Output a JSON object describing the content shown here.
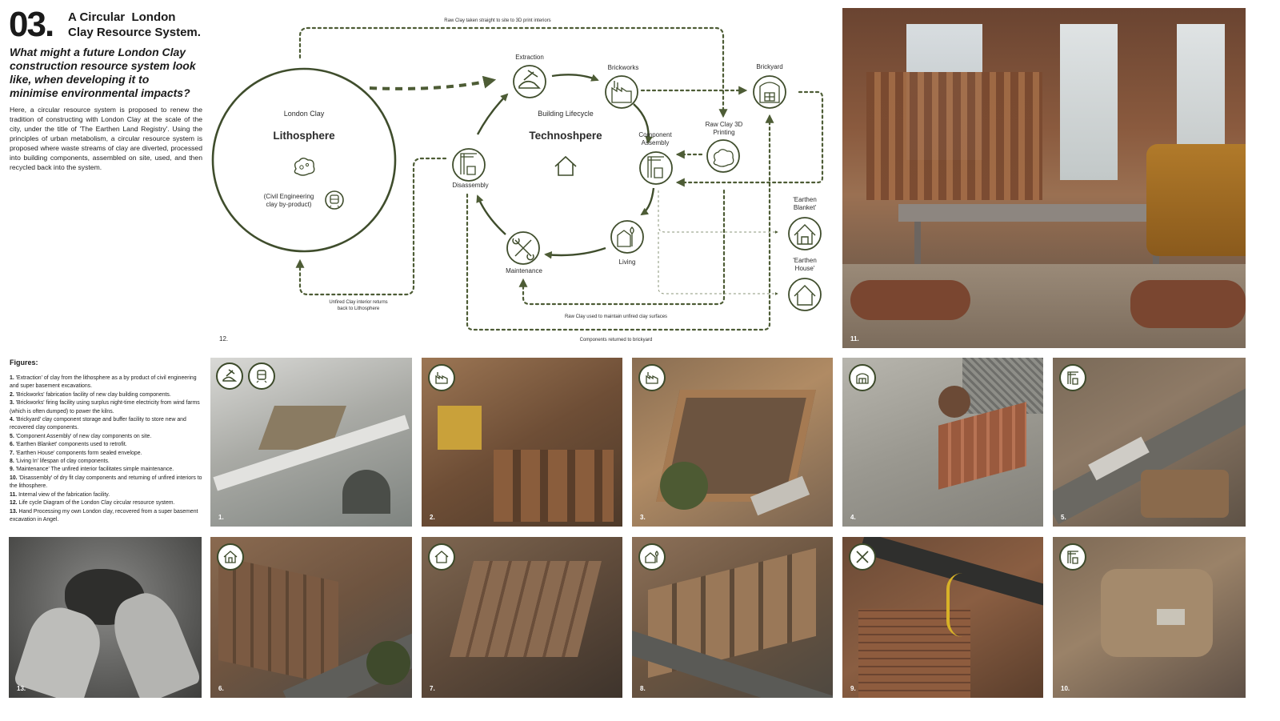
{
  "header": {
    "number": "03.",
    "title_line1": "A Circular  London",
    "title_line2": "Clay Resource System.",
    "question": "What might a future London Clay construction resource system look like, when developing it to minimise environmental impacts?",
    "intro": "Here, a circular resource system is proposed to renew the tradition of constructing with London Clay at the scale of the city, under the title of 'The Earthen Land Registry'. Using the principles of urban metabolism, a circular resource system is proposed where waste streams of clay are diverted, processed into building components, assembled on site, used, and then recycled back into the system."
  },
  "figures": {
    "heading": "Figures:",
    "items": [
      {
        "n": "1.",
        "text": "'Extraction' of clay from the lithosphere as a by product of civil engineering and super basement excavations."
      },
      {
        "n": "2.",
        "text": "'Brickworks' fabrication facility of new clay building components."
      },
      {
        "n": "3.",
        "text": "'Brickworks' firing facility using surplus night-time electricity from wind farms (which is often dumped)  to power the kilns."
      },
      {
        "n": "4.",
        "text": "'Brickyard' clay component storage and buffer facility to store new and recovered clay components."
      },
      {
        "n": "5.",
        "text": "'Component Assembly' of new clay components on site."
      },
      {
        "n": "6.",
        "text": "'Earthen Blanket' components used to retrofit."
      },
      {
        "n": "7.",
        "text": "'Earthen House' components form sealed envelope."
      },
      {
        "n": "8.",
        "text": "'Living In' lifespan of clay components."
      },
      {
        "n": "9.",
        "text": "'Maintenance' The unfired interior facilitates simple maintenance."
      },
      {
        "n": "10.",
        "text": "'Disassembly' of dry fit clay components and returning of unfired interiors to the lithosphere."
      },
      {
        "n": "11.",
        "text": "Internal view of the fabrication facility."
      },
      {
        "n": "12.",
        "text": "Life cycle Diagram of the London Clay circular resource system."
      },
      {
        "n": "13.",
        "text": "Hand Processing my own London clay, recovered from a super basement excavation in Angel."
      }
    ]
  },
  "diagram": {
    "fig_label": "12.",
    "lithosphere": {
      "subtitle": "London Clay",
      "title": "Lithosphere",
      "note_line1": "(Civil Engineering",
      "note_line2": "clay by-product)"
    },
    "technosphere": {
      "subtitle": "Building Lifecycle",
      "title": "Technoshpere"
    },
    "nodes": {
      "extraction": "Extraction",
      "brickworks": "Brickworks",
      "brickyard": "Brickyard",
      "raw_clay_1": "Raw Clay 3D",
      "raw_clay_2": "Printing",
      "component_1": "Component",
      "component_2": "Assembly",
      "disassembly": "Disassembly",
      "living": "Living",
      "maintenance": "Maintenance",
      "blanket_1": "'Earthen",
      "blanket_2": "Blanket'",
      "house_1": "'Earthen",
      "house_2": "House'"
    },
    "flows": {
      "top": "Raw Clay taken straight to site to 3D print interiors",
      "return_1": "Unfired Clay interior returns",
      "return_2": "back to Lithosphere",
      "maintain": "Raw Clay used to maintain unfired clay surfaces",
      "components": "Components returned to brickyard"
    },
    "colors": {
      "accent": "#3f4d2c",
      "dash": "#4d5c35"
    }
  },
  "panels": {
    "p11": "11.",
    "p1": "1.",
    "p2": "2.",
    "p3": "3.",
    "p4": "4.",
    "p5": "5.",
    "p13": "13.",
    "p6": "6.",
    "p7": "7.",
    "p8": "8.",
    "p9": "9.",
    "p10": "10."
  },
  "icons": [
    "excavator-icon",
    "train-icon",
    "factory-icon",
    "storage-icon",
    "crane-icon",
    "house-icon",
    "house-tree-icon",
    "tools-icon",
    "clay-lump-icon"
  ]
}
